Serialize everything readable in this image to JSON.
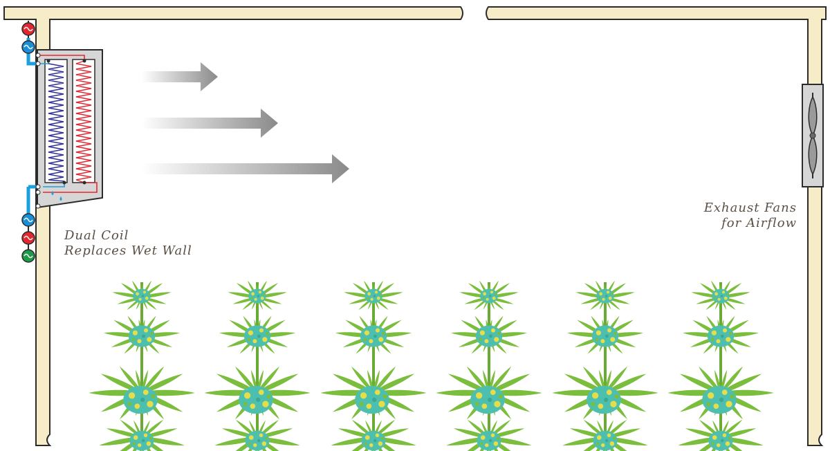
{
  "labels": {
    "dual_coil": [
      "Dual Coil",
      "Replaces Wet Wall"
    ],
    "exhaust_fans": [
      "Exhaust Fans",
      "for Airflow"
    ]
  },
  "colors": {
    "wall_fill": "#f6ecc8",
    "wall_stroke": "#2b2b2b",
    "coil_housing": "#d6d6d6",
    "cold_coil": "#2e3192",
    "hot_coil": "#e0282f",
    "water_pipe": "#1aa0dc",
    "pump_red": "#e0282f",
    "pump_blue": "#1a8fd6",
    "pump_green": "#1f9a4a",
    "airflow_arrow": "#888888",
    "leaf": "#7bbd3c",
    "bud": "#4dbfae",
    "text": "#5a4f45"
  },
  "airflow_arrows": 3,
  "plants": 6,
  "icons": [
    "cold-coil-icon",
    "hot-coil-icon",
    "pump-icon",
    "exhaust-fan-icon",
    "airflow-arrow-icon",
    "cannabis-plant-icon"
  ]
}
